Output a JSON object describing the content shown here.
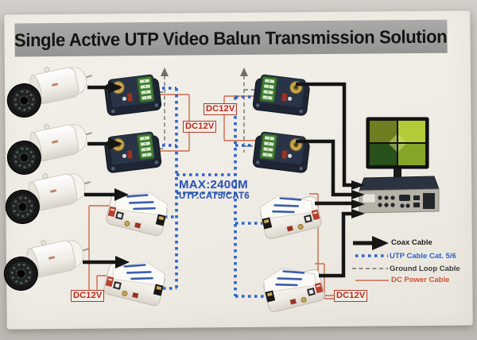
{
  "title": "Single Active UTP Video Balun Transmission Solution",
  "distance_label": {
    "line1": "MAX:2400M",
    "line2": "UTP.CAT5/CAT6"
  },
  "dc12v_labels": {
    "top_left": "DC12V",
    "top_right": "DC12V",
    "bottom_left": "DC12V",
    "bottom_right": "DC12V"
  },
  "legend": {
    "items": [
      {
        "name": "coax-cable",
        "label": "Coax Cable",
        "color": "#1a1a1a",
        "line_style": "solid-arrow"
      },
      {
        "name": "utp-cable",
        "label": "UTP Cable Cat. 5/6",
        "color": "#2a64c8",
        "line_style": "dotted"
      },
      {
        "name": "ground-loop-cable",
        "label": "Ground Loop Cable",
        "color": "#555555",
        "line_style": "dashed"
      },
      {
        "name": "dc-power-cable",
        "label": "DC Power Cable",
        "color": "#cc5433",
        "line_style": "solid-thin"
      }
    ]
  },
  "components": {
    "camera_count": 4,
    "icons": [
      "ir-bullet-camera",
      "terminal-block-balun",
      "rj45-balun",
      "quad-split-monitor",
      "dvr-recorder"
    ]
  }
}
